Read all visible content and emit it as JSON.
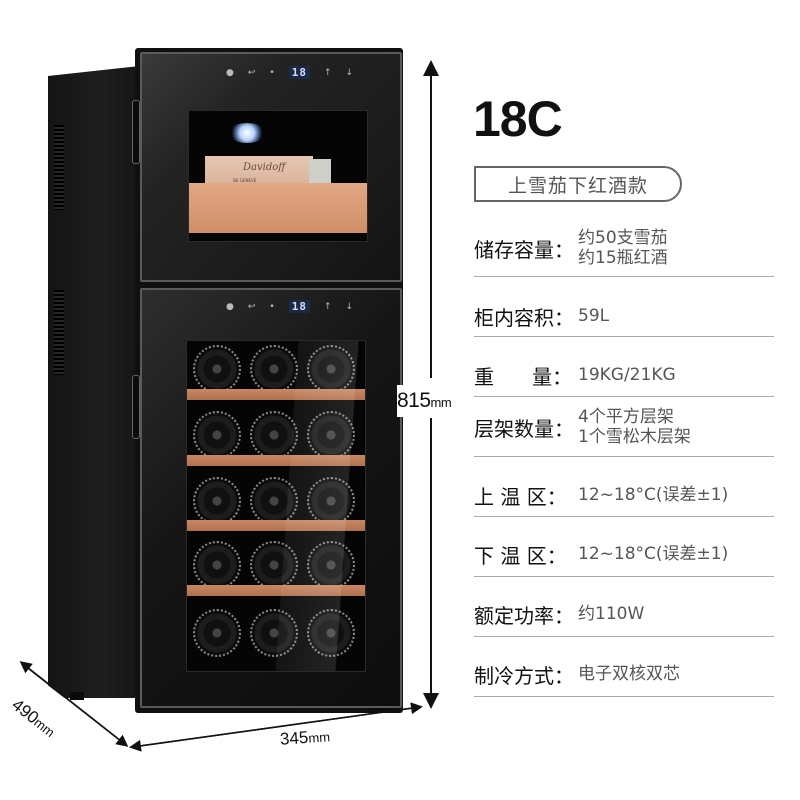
{
  "product": {
    "model": "18C",
    "variant_badge": "上雪茄下红酒款"
  },
  "specs": [
    {
      "label": "储存容量：",
      "value_lines": [
        "约50支雪茄",
        "约15瓶红酒"
      ]
    },
    {
      "label": "柜内容积：",
      "value_lines": [
        "59L"
      ]
    },
    {
      "label": "重      量：",
      "value_lines": [
        "19KG/21KG"
      ]
    },
    {
      "label": "层架数量：",
      "value_lines": [
        "4个平方层架",
        "1个雪松木层架"
      ]
    },
    {
      "label": "上 温 区：",
      "value_lines": [
        "12~18°C(误差±1)"
      ]
    },
    {
      "label": "下 温 区：",
      "value_lines": [
        "12~18°C(误差±1)"
      ]
    },
    {
      "label": "额定功率：",
      "value_lines": [
        "约110W"
      ]
    },
    {
      "label": "制冷方式：",
      "value_lines": [
        "电子双核双芯"
      ]
    }
  ],
  "dimensions": {
    "height": "815",
    "width": "345",
    "depth": "490",
    "unit": "mm"
  },
  "fridge": {
    "top_display": "18",
    "bottom_display": "18",
    "cigar_brand": "Davidoff",
    "cigar_sub": "DE GENEVE",
    "wine_rows": 5,
    "bottles_per_row": 3,
    "colors": {
      "body": "#141414",
      "wood": "#c98863",
      "display": "#cfe0ff"
    }
  }
}
